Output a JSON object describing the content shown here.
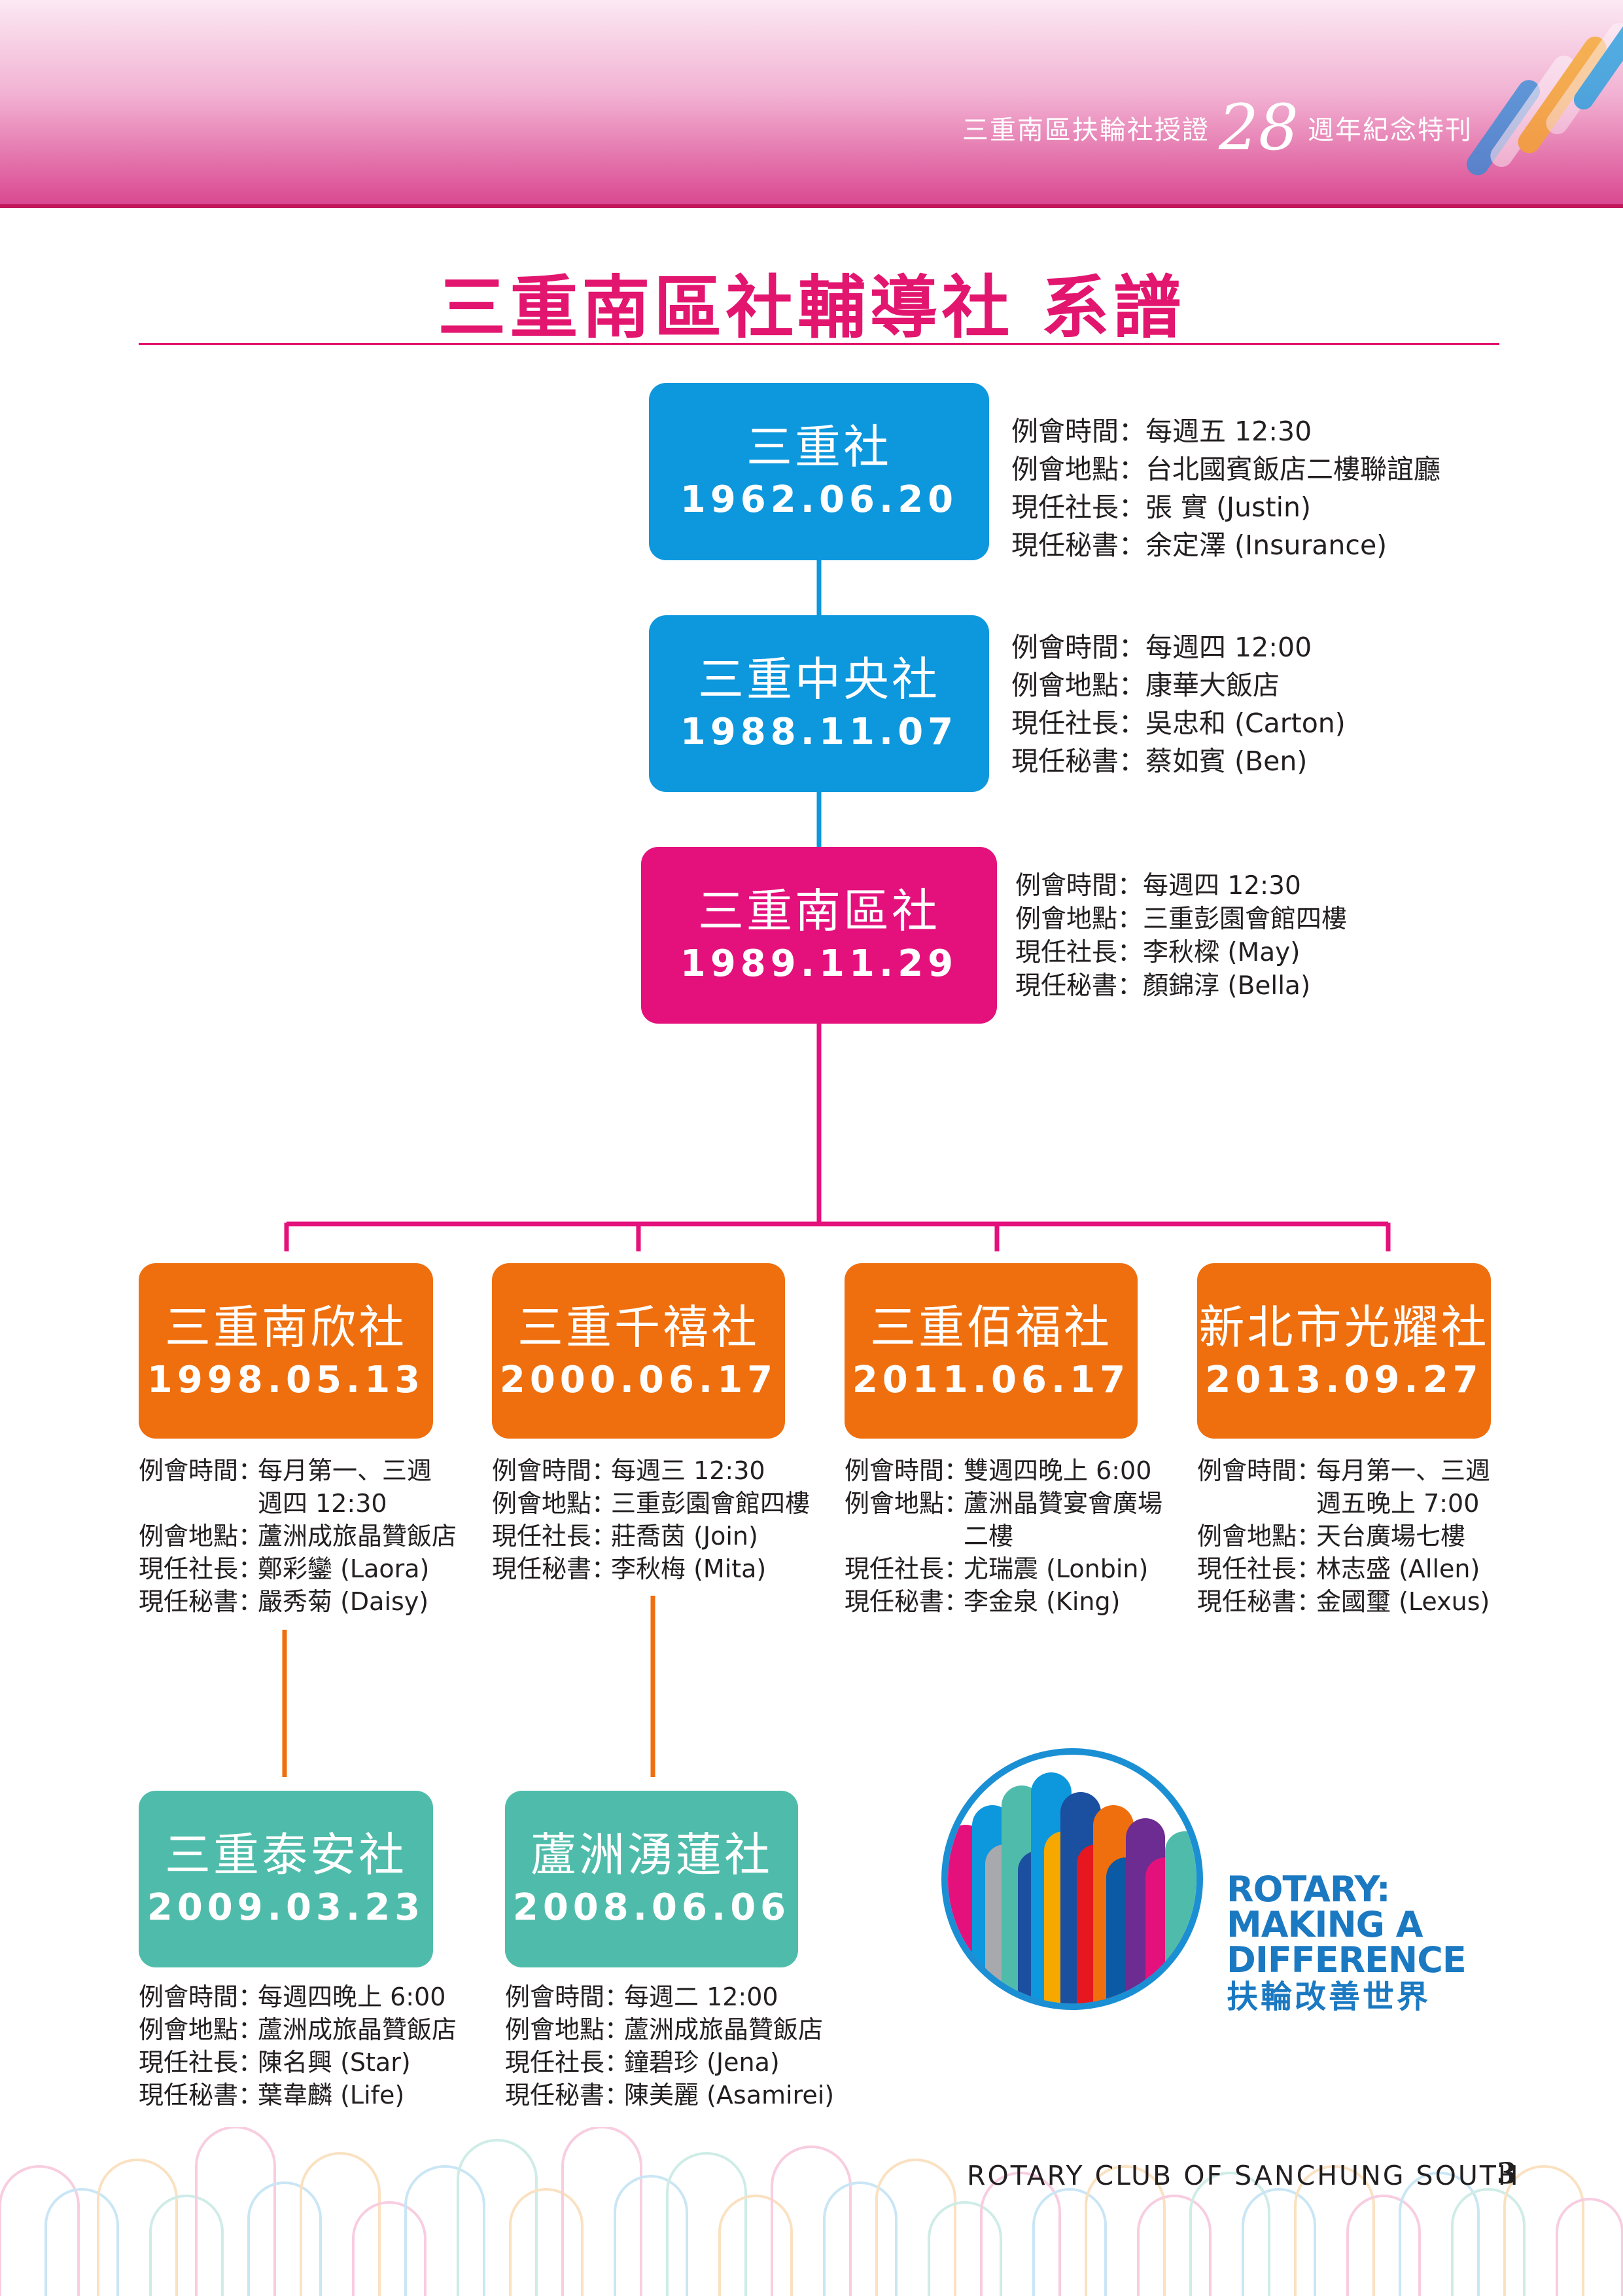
{
  "header": {
    "prefix": "三重南區扶輪社授證",
    "number": "28",
    "suffix": "週年紀念特刊",
    "gradient_colors": [
      "#fbe9f3",
      "#f2b2d3",
      "#d9458f"
    ]
  },
  "title": "三重南區社輔導社 系譜",
  "labels": {
    "time": "例會時間：",
    "place": "例會地點：",
    "president": "現任社長：",
    "secretary": "現任秘書："
  },
  "clubs": [
    {
      "id": "sanchung",
      "name": "三重社",
      "date": "1962.06.20",
      "color": "#0d97dd",
      "time": "每週五 12:30",
      "place": "台北國賓飯店二樓聯誼廳",
      "president": "張 實 (Justin)",
      "secretary": "余定澤 (Insurance)"
    },
    {
      "id": "central",
      "name": "三重中央社",
      "date": "1988.11.07",
      "color": "#0d97dd",
      "time": "每週四 12:00",
      "place": "康華大飯店",
      "president": "吳忠和 (Carton)",
      "secretary": "蔡如賓 (Ben)"
    },
    {
      "id": "south",
      "name": "三重南區社",
      "date": "1989.11.29",
      "color": "#e4117d",
      "time": "每週四 12:30",
      "place": "三重彭園會館四樓",
      "president": "李秋樑 (May)",
      "secretary": "顏錦淳 (Bella)"
    },
    {
      "id": "nanxin",
      "name": "三重南欣社",
      "date": "1998.05.13",
      "color": "#ef6f0e",
      "time": "每月第一、三週\n週四 12:30",
      "place": "蘆洲成旅晶贊飯店",
      "president": "鄭彩鑾 (Laora)",
      "secretary": "嚴秀菊 (Daisy)"
    },
    {
      "id": "qianxi",
      "name": "三重千禧社",
      "date": "2000.06.17",
      "color": "#ef6f0e",
      "time": "每週三 12:30",
      "place": "三重彭園會館四樓",
      "president": "莊喬茵 (Join)",
      "secretary": "李秋梅 (Mita)"
    },
    {
      "id": "baifu",
      "name": "三重佰福社",
      "date": "2011.06.17",
      "color": "#ef6f0e",
      "time": "雙週四晚上 6:00",
      "place": "蘆洲晶贊宴會廣場\n二樓",
      "president": "尤瑞震 (Lonbin)",
      "secretary": "李金泉 (King)"
    },
    {
      "id": "guangyao",
      "name": "新北市光耀社",
      "date": "2013.09.27",
      "color": "#ef6f0e",
      "time": "每月第一、三週\n週五晚上 7:00",
      "place": "天台廣場七樓",
      "president": "林志盛 (Allen)",
      "secretary": "金國璽 (Lexus)"
    },
    {
      "id": "taian",
      "name": "三重泰安社",
      "date": "2009.03.23",
      "color": "#4fbcab",
      "time": "每週四晚上 6:00",
      "place": "蘆洲成旅晶贊飯店",
      "president": "陳名興 (Star)",
      "secretary": "葉韋麟 (Life)"
    },
    {
      "id": "yonglian",
      "name": "蘆洲湧蓮社",
      "date": "2008.06.06",
      "color": "#4fbcab",
      "time": "每週二 12:00",
      "place": "蘆洲成旅晶贊飯店",
      "president": "鐘碧珍 (Jena)",
      "secretary": "陳美麗 (Asamirei)"
    }
  ],
  "rotary": {
    "line1": "ROTARY:",
    "line2": "MAKING A",
    "line3": "DIFFERENCE",
    "zh": "扶輪改善世界",
    "color": "#1b79c1"
  },
  "footer": {
    "text": "ROTARY CLUB OF SANCHUNG SOUTH",
    "page": "3"
  },
  "line_colors": {
    "blue": "#0d97dd",
    "pink": "#e4117d",
    "orange": "#ef6f0e"
  }
}
